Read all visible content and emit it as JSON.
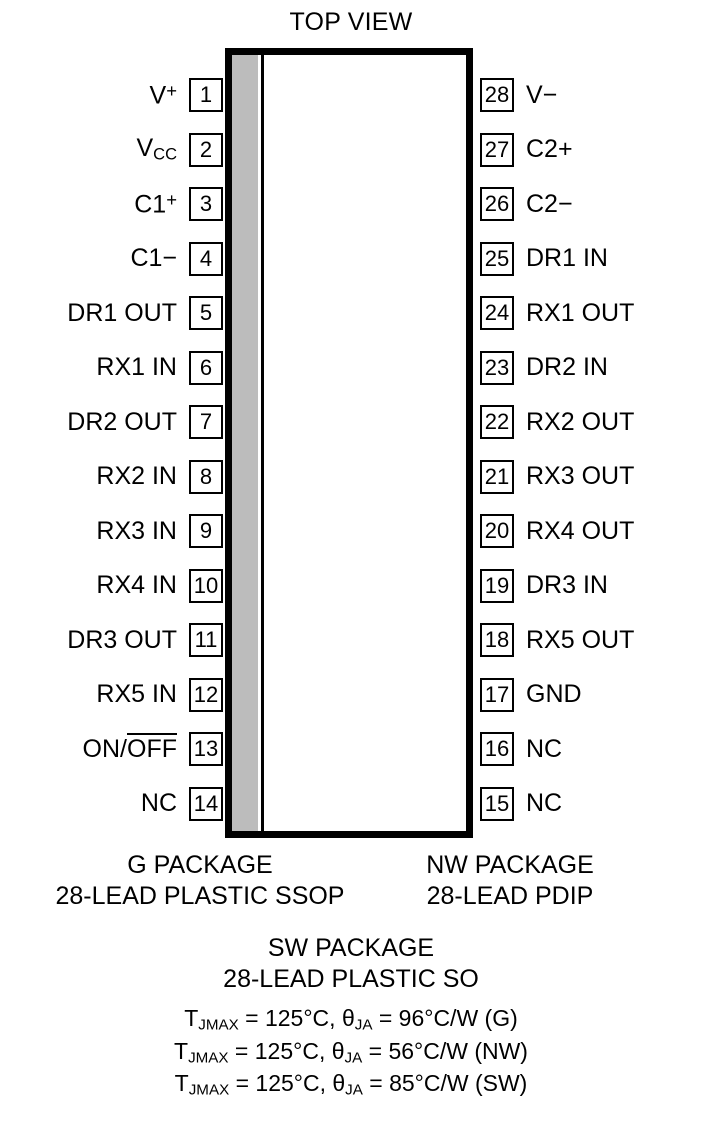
{
  "diagram": {
    "title": "TOP VIEW",
    "left_pins": [
      {
        "num": "1",
        "label": "V+",
        "html": "V<sup>+</sup>"
      },
      {
        "num": "2",
        "label": "VCC",
        "html": "V<sub>CC</sub>"
      },
      {
        "num": "3",
        "label": "C1+",
        "html": "C1<sup>+</sup>"
      },
      {
        "num": "4",
        "label": "C1−",
        "html": "C1−"
      },
      {
        "num": "5",
        "label": "DR1 OUT",
        "html": "DR1 OUT"
      },
      {
        "num": "6",
        "label": "RX1 IN",
        "html": "RX1 IN"
      },
      {
        "num": "7",
        "label": "DR2 OUT",
        "html": "DR2 OUT"
      },
      {
        "num": "8",
        "label": "RX2 IN",
        "html": "RX2 IN"
      },
      {
        "num": "9",
        "label": "RX3 IN",
        "html": "RX3 IN"
      },
      {
        "num": "10",
        "label": "RX4 IN",
        "html": "RX4 IN"
      },
      {
        "num": "11",
        "label": "DR3 OUT",
        "html": "DR3 OUT"
      },
      {
        "num": "12",
        "label": "RX5 IN",
        "html": "RX5 IN"
      },
      {
        "num": "13",
        "label": "ON/OFF",
        "html": "ON/<span class=\"ovl\">OFF</span>"
      },
      {
        "num": "14",
        "label": "NC",
        "html": "NC"
      }
    ],
    "right_pins": [
      {
        "num": "28",
        "label": "V−",
        "html": "V−"
      },
      {
        "num": "27",
        "label": "C2+",
        "html": "C2+"
      },
      {
        "num": "26",
        "label": "C2−",
        "html": "C2−"
      },
      {
        "num": "25",
        "label": "DR1 IN",
        "html": "DR1 IN"
      },
      {
        "num": "24",
        "label": "RX1 OUT",
        "html": "RX1 OUT"
      },
      {
        "num": "23",
        "label": "DR2 IN",
        "html": "DR2 IN"
      },
      {
        "num": "22",
        "label": "RX2 OUT",
        "html": "RX2 OUT"
      },
      {
        "num": "21",
        "label": "RX3 OUT",
        "html": "RX3 OUT"
      },
      {
        "num": "20",
        "label": "RX4 OUT",
        "html": "RX4 OUT"
      },
      {
        "num": "19",
        "label": "DR3 IN",
        "html": "DR3 IN"
      },
      {
        "num": "18",
        "label": "RX5 OUT",
        "html": "RX5 OUT"
      },
      {
        "num": "17",
        "label": "GND",
        "html": "GND"
      },
      {
        "num": "16",
        "label": "NC",
        "html": "NC"
      },
      {
        "num": "15",
        "label": "NC",
        "html": "NC"
      }
    ],
    "captions": {
      "left_package": "G PACKAGE",
      "left_package_desc": "28-LEAD PLASTIC SSOP",
      "right_package": "NW PACKAGE",
      "right_package_desc": "28-LEAD PDIP",
      "center_package": "SW PACKAGE",
      "center_package_desc": "28-LEAD PLASTIC SO"
    },
    "thermal": [
      {
        "html": "T<sub>JMAX</sub> = 125°C, θ<sub>JA</sub> = 96°C/W (G)",
        "text": "TJMAX = 125°C, θJA = 96°C/W (G)"
      },
      {
        "html": "T<sub>JMAX</sub> = 125°C, θ<sub>JA</sub> = 56°C/W (NW)",
        "text": "TJMAX = 125°C, θJA = 56°C/W (NW)"
      },
      {
        "html": "T<sub>JMAX</sub> = 125°C, θ<sub>JA</sub> = 85°C/W (SW)",
        "text": "TJMAX = 125°C, θJA = 85°C/W (SW)"
      }
    ],
    "colors": {
      "outline": "#000000",
      "shade": "#bcbcbc",
      "background": "#ffffff"
    }
  }
}
